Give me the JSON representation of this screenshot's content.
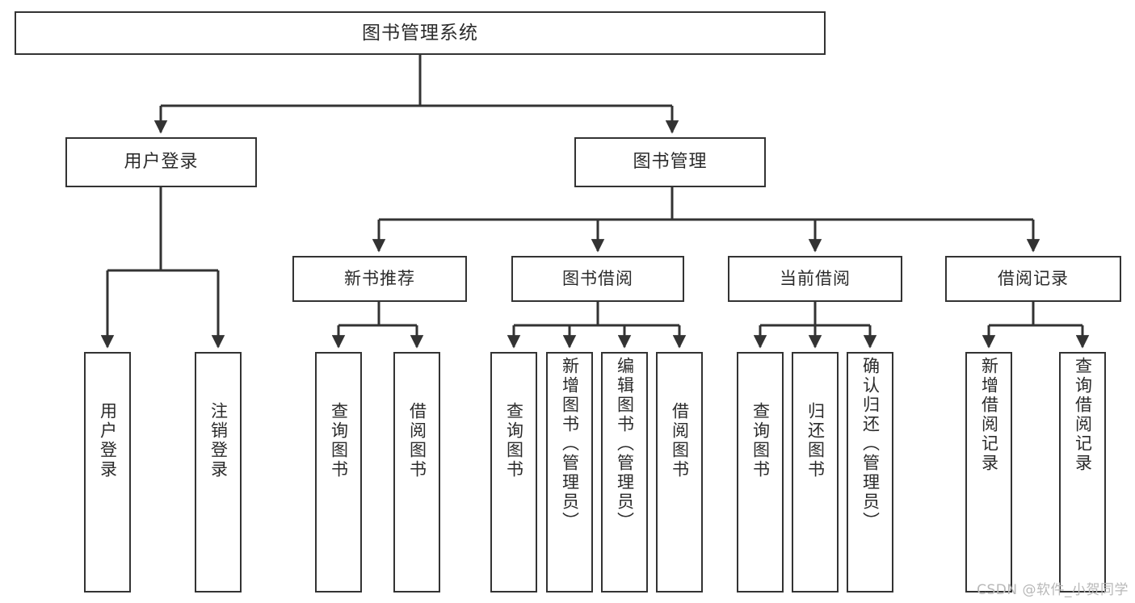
{
  "diagram": {
    "type": "tree",
    "title": "图书管理系统",
    "orientation": "top-down",
    "colors": {
      "box_border": "#333333",
      "box_fill": "#ffffff",
      "connector": "#333333",
      "text": "#2b2b2b",
      "watermark": "#b8b8b8",
      "background": "#ffffff"
    },
    "root": {
      "label": "图书管理系统"
    },
    "level2": [
      {
        "label": "用户登录"
      },
      {
        "label": "图书管理"
      }
    ],
    "level3": [
      {
        "label": "新书推荐"
      },
      {
        "label": "图书借阅"
      },
      {
        "label": "当前借阅"
      },
      {
        "label": "借阅记录"
      }
    ],
    "leaves": {
      "user_login": [
        {
          "label": "用户登录"
        },
        {
          "label": "注销登录"
        }
      ],
      "new_book": [
        {
          "label": "查询图书"
        },
        {
          "label": "借阅图书"
        }
      ],
      "book_borrow": [
        {
          "label": "查询图书"
        },
        {
          "label": "新增图书（管理员）"
        },
        {
          "label": "编辑图书（管理员）"
        },
        {
          "label": "借阅图书"
        }
      ],
      "current_borrow": [
        {
          "label": "查询图书"
        },
        {
          "label": "归还图书"
        },
        {
          "label": "确认归还（管理员）"
        }
      ],
      "borrow_record": [
        {
          "label": "新增借阅记录"
        },
        {
          "label": "查询借阅记录"
        }
      ]
    }
  },
  "watermark": {
    "text": "CSDN @软件_小贺同学"
  }
}
